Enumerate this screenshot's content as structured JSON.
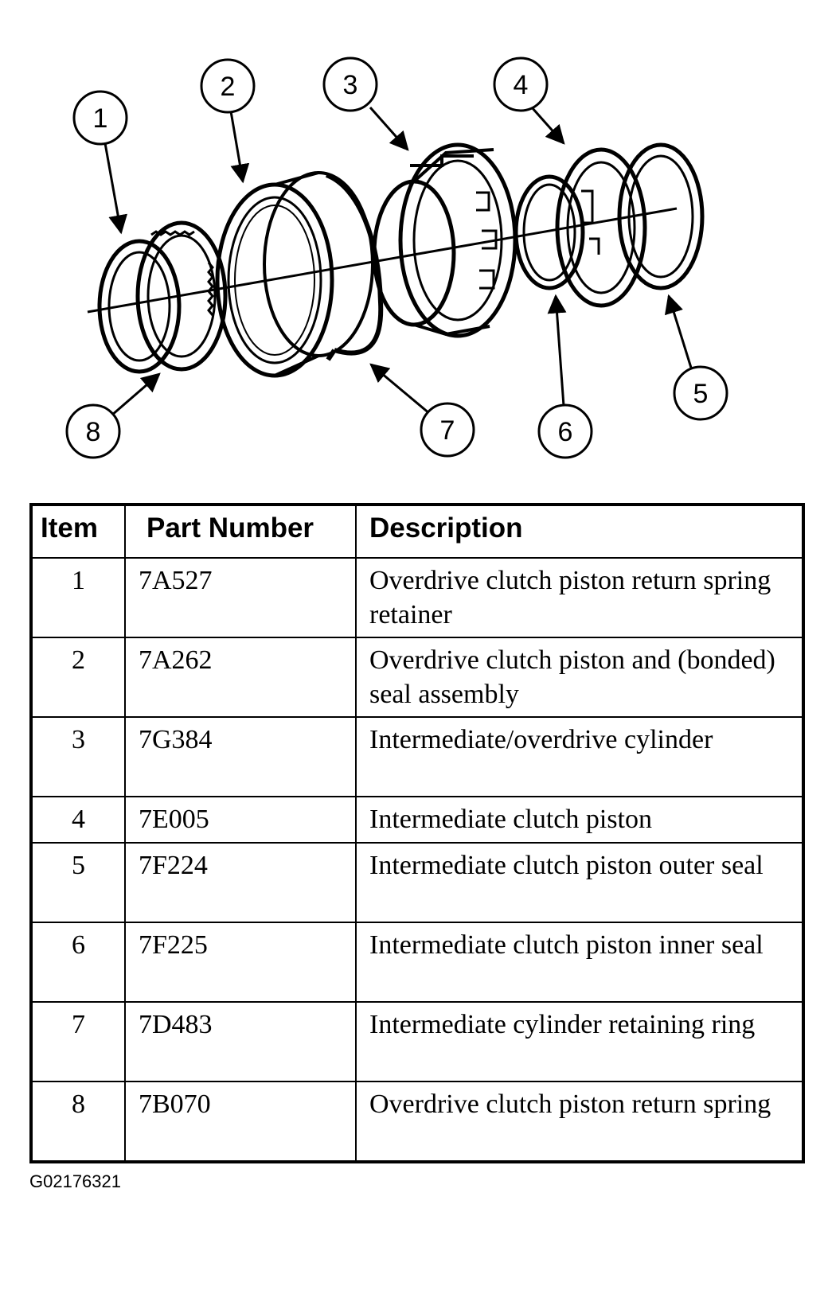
{
  "callouts": [
    "1",
    "2",
    "3",
    "4",
    "5",
    "6",
    "7",
    "8"
  ],
  "table": {
    "headers": [
      "Item",
      "Part Number",
      "Description"
    ],
    "rows": [
      {
        "item": "1",
        "part": "7A527",
        "desc": "Overdrive clutch piston return spring retainer"
      },
      {
        "item": "2",
        "part": "7A262",
        "desc": "Overdrive clutch piston and (bonded) seal assembly"
      },
      {
        "item": "3",
        "part": "7G384",
        "desc": "Intermediate/overdrive cylinder"
      },
      {
        "item": "4",
        "part": "7E005",
        "desc": "Intermediate clutch piston"
      },
      {
        "item": "5",
        "part": "7F224",
        "desc": "Intermediate clutch piston outer seal"
      },
      {
        "item": "6",
        "part": "7F225",
        "desc": "Intermediate clutch piston inner seal"
      },
      {
        "item": "7",
        "part": "7D483",
        "desc": "Intermediate cylinder retaining ring"
      },
      {
        "item": "8",
        "part": "7B070",
        "desc": "Overdrive clutch piston return spring"
      }
    ]
  },
  "figure_id": "G02176321"
}
